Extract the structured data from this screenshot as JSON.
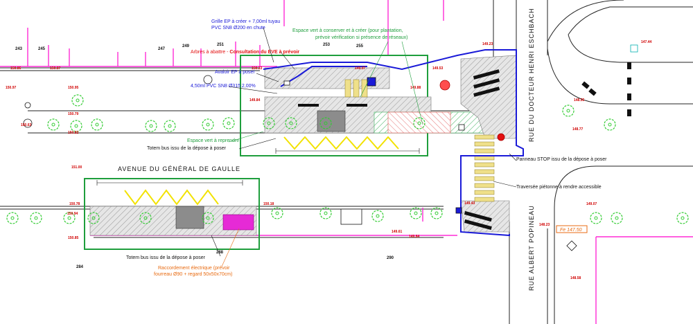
{
  "streets": {
    "avenue": "AVENUE DU GÉNÉRAL DE GAULLE",
    "rue_docteur": "RUE DU DOCTEUR HENRI ESCHBACH",
    "rue_albert": "RUE ALBERT POPINEAU"
  },
  "parcels": [
    "243",
    "245",
    "247",
    "249",
    "251",
    "253",
    "255",
    "284",
    "288",
    "290"
  ],
  "annotations": {
    "grille_ep": "Grille EP à créer  + 7,00ml tuyau",
    "grille_ep_2": "PVC SN8 Ø200 en chute",
    "arbres_prefix": "Arbres à abattre - ",
    "arbres_consult": "Consultation du EVE à prévoir",
    "avaloir": "Avaloir EP à poser",
    "pvc_315": "4,50ml PVC SN8 Ø315 2,00%",
    "espace_vert_conserver": "Espace vert à conserver et à créer (pour plantation,",
    "espace_vert_conserver_2": "prévoir vérification si présence de réseaux)",
    "espace_vert_reprendre": "Espace vert à reprendre",
    "totem_top": "Totem bus issu de la dépose à poser",
    "panneau_stop": "Panneau STOP issu de la dépose à poser",
    "traversee": "Traversée piétonne à rendre accessible",
    "totem_bottom": "Totem bus issu de la dépose à poser",
    "raccordement": "Raccordement électrique (prévoir",
    "raccordement_2": "fourreau Ø90 + regard 50x50x70cm)",
    "fe_level": "Fe 147.50"
  },
  "levels": [
    "150.86",
    "150.87",
    "150.95",
    "150.79",
    "150.82",
    "150.97",
    "150.63",
    "150.33",
    "149.97",
    "149.53",
    "149.88",
    "149.84",
    "151.00",
    "150.78",
    "150.94",
    "150.18",
    "149.84",
    "149.61",
    "149.43",
    "147.44",
    "148.55",
    "148.77",
    "148.23",
    "149.07",
    "150.85",
    "148.58",
    "149.23"
  ],
  "colors": {
    "network_magenta": "#ff2bd6",
    "project_blue": "#1a1ad8",
    "zone_green": "#1e9e3c",
    "tree_green": "#33cc33",
    "level_red": "#d00000",
    "bus_yellow": "#f2e200",
    "label_orange": "#e86a10"
  }
}
